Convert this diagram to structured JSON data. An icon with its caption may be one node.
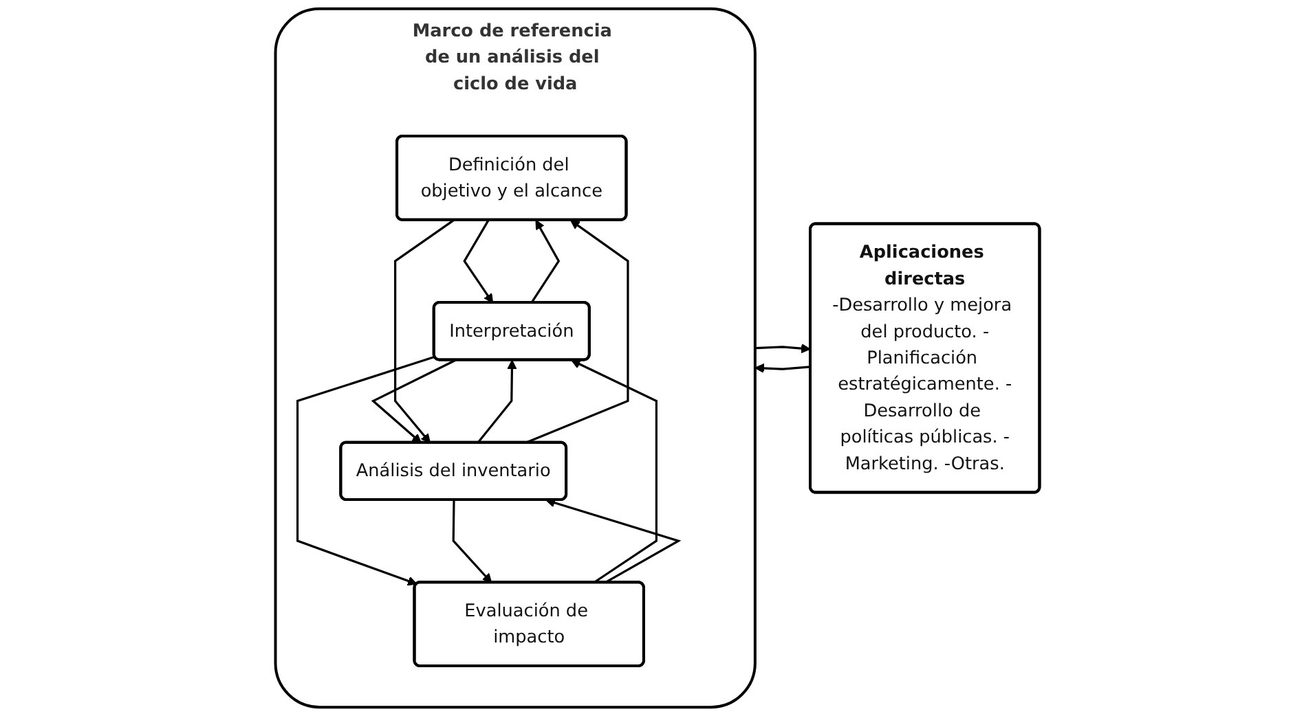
{
  "diagram": {
    "nodes": [
      {
        "text": [
          "Marco de referencia de un análisis del ciclo de vida"
        ]
      },
      {
        "text": [
          "Definición del objetivo y el alcance"
        ],
        "in": 0
      },
      {
        "text": [
          "Análisis del inventario"
        ],
        "in": 0
      },
      {
        "text": [
          "Evaluación de impacto"
        ],
        "in": 0
      },
      {
        "text": [
          "Interpretación"
        ],
        "in": 0
      },
      {
        "text": [
          "Aplicaciones directas",
          "-Desarrollo y mejora del producto. -Planificación estratégicamente. -Desarrollo de políticas públicas. -Marketing. -Otras."
        ]
      }
    ],
    "edges": [
      {
        "from": 1,
        "to": 4,
        "arrow": "to"
      },
      {
        "from": 4,
        "to": 1,
        "arrow": "to"
      },
      {
        "from": 2,
        "to": 4,
        "arrow": "to"
      },
      {
        "from": 4,
        "to": 2,
        "arrow": "to"
      },
      {
        "from": 3,
        "to": 4,
        "arrow": "to"
      },
      {
        "from": 4,
        "to": 3,
        "arrow": "to"
      },
      {
        "from": 2,
        "to": 1,
        "arrow": "to"
      },
      {
        "from": 1,
        "to": 2,
        "arrow": "to"
      },
      {
        "from": 3,
        "to": 2,
        "arrow": "to"
      },
      {
        "from": 2,
        "to": 3,
        "arrow": "to"
      },
      {
        "from": 0,
        "to": 5,
        "arrow": "to"
      },
      {
        "from": 5,
        "to": 0,
        "arrow": "to"
      }
    ]
  }
}
